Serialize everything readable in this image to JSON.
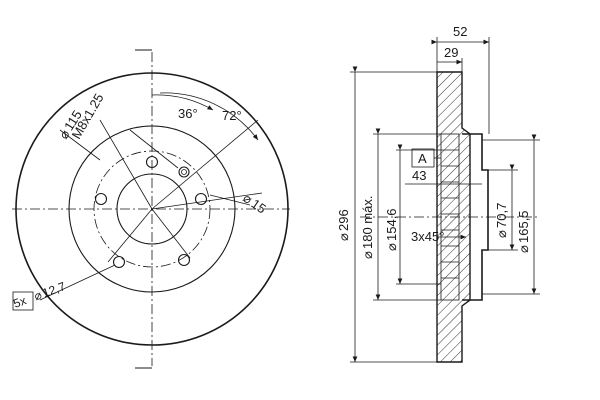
{
  "front_view": {
    "thread": "M8x1.25",
    "bolt_circle": "115",
    "angle_small": "36°",
    "angle_large": "72°",
    "center_hole": "15",
    "holes_count": "5x",
    "hole_dia": "12,7"
  },
  "section_view": {
    "total_thickness": "52",
    "friction_thickness": "29",
    "outer_diameter": "296",
    "max_diameter": "180 máx.",
    "hat_diameter": "154,6",
    "pilot_diameter": "70,7",
    "inner_diameter": "165,5",
    "hat_height": "43",
    "chamfer": "3x45°",
    "datum": "A"
  },
  "symbols": {
    "diameter": "⌀"
  },
  "colors": {
    "line": "#1a1a1a",
    "hatch": "#1a1a1a",
    "background": "#ffffff"
  }
}
